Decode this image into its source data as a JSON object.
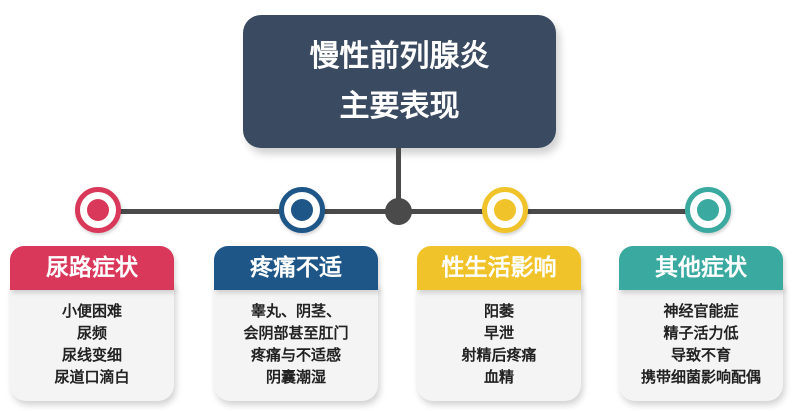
{
  "title": {
    "line1": "慢性前列腺炎",
    "line2": "主要表现"
  },
  "colors": {
    "title_bg": "#3a4a60",
    "connector": "#4a4a4a",
    "urinary": "#d9385a",
    "pain": "#1d5687",
    "sexual": "#f0c32a",
    "other": "#3aa99f"
  },
  "categories": [
    {
      "label": "尿路症状",
      "color": "#d9385a",
      "items": [
        "小便困难",
        "尿频",
        "尿线变细",
        "尿道口滴白"
      ]
    },
    {
      "label": "疼痛不适",
      "color": "#1d5687",
      "items": [
        "睾丸、阴茎、",
        "会阴部甚至肛门",
        "疼痛与不适感",
        "阴囊潮湿"
      ]
    },
    {
      "label": "性生活影响",
      "color": "#f0c32a",
      "items": [
        "阳萎",
        "早泄",
        "射精后疼痛",
        "血精"
      ]
    },
    {
      "label": "其他症状",
      "color": "#3aa99f",
      "items": [
        "神经官能症",
        "精子活力低",
        "导致不育",
        "携带细菌影响配偶"
      ]
    }
  ]
}
